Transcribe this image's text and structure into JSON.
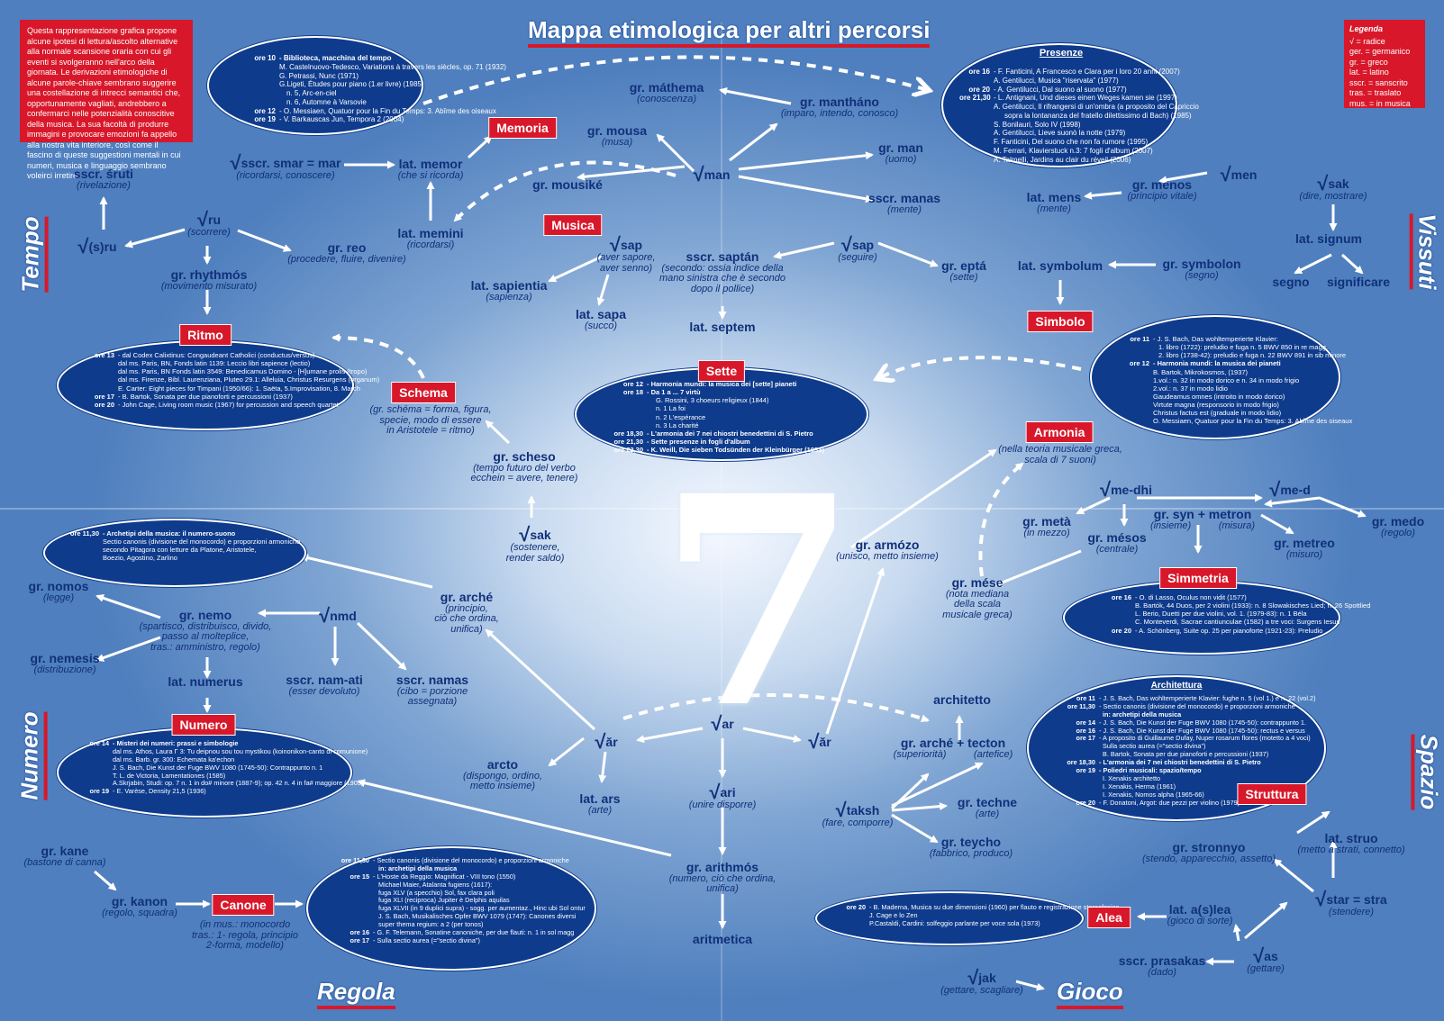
{
  "title": "Mappa etimologica per altri percorsi",
  "intro": "Questa rappresentazione grafica propone alcune ipotesi di lettura/ascolto alternative alla normale scansione oraria con cui gli eventi si svolgeranno nell'arco della giornata. Le derivazioni etimologiche di alcune parole-chiave sembrano suggerire una costellazione di intrecci semantici che, opportunamente vagliati, andrebbero a confermarci nelle potenzialità conoscitive della musica. La sua facoltà di produrre immagini e provocare emozioni fa appello alla nostra vita interiore, così come il fascino di queste suggestioni mentali in cui numeri, musica e linguaggio sembrano voleirci irretire.",
  "legend": {
    "title": "Legenda",
    "items": [
      "√ = radice",
      "ger. = germanico",
      "gr. = greco",
      "lat. = latino",
      "sscr. = sanscrito",
      "tras. = traslato",
      "mus. = in musica"
    ]
  },
  "center_numeral": "7",
  "sides": {
    "tempo": "Tempo",
    "vissuti": "Vissuti",
    "numero": "Numero",
    "spazio": "Spazio",
    "regola": "Regola",
    "gioco": "Gioco"
  },
  "tags": {
    "memoria": "Memoria",
    "musica": "Musica",
    "presenze": "Presenze",
    "ritmo": "Ritmo",
    "schema": "Schema",
    "sette": "Sette",
    "simbolo": "Simbolo",
    "armonia": "Armonia",
    "simmetria": "Simmetria",
    "architettura": "Architettura",
    "struttura": "Struttura",
    "numero": "Numero",
    "canone": "Canone",
    "alea": "Alea"
  },
  "terms": {
    "mathema": {
      "t": "gr. máthema",
      "g": "(conoscenza)"
    },
    "manthano": {
      "t": "gr. mantháno",
      "g": "(imparo, intendo, conosco)"
    },
    "mousa": {
      "t": "gr. mousa",
      "g": "(musa)"
    },
    "mousike": {
      "t": "gr. mousiké",
      "g": ""
    },
    "man": {
      "t": "man",
      "g": ""
    },
    "grman": {
      "t": "gr. man",
      "g": "(uomo)"
    },
    "manas": {
      "t": "sscr. manas",
      "g": "(mente)"
    },
    "smar": {
      "t": "sscr. smar = mar",
      "g": "(ricordarsi, conoscere)"
    },
    "memor": {
      "t": "lat. memor",
      "g": "(che si ricorda)"
    },
    "memini": {
      "t": "lat. memini",
      "g": "(ricordarsi)"
    },
    "sruti": {
      "t": "sscr. śruti",
      "g": "(rivelazione)"
    },
    "ru": {
      "t": "ru",
      "g": "(scorrere)"
    },
    "sru": {
      "t": "(s)ru",
      "g": ""
    },
    "reo": {
      "t": "gr. reo",
      "g": "(procedere, fluire, divenire)"
    },
    "rhythmos": {
      "t": "gr. rhythmós",
      "g": "(movimento misurato)"
    },
    "sap": {
      "t": "sap",
      "g": "(aver sapore,\naver senno)"
    },
    "sapientia": {
      "t": "lat. sapientia",
      "g": "(sapienza)"
    },
    "sapa": {
      "t": "lat. sapa",
      "g": "(succo)"
    },
    "saptan": {
      "t": "sscr. saptán",
      "g": "(secondo: ossia indice della\nmano sinistra che è secondo\ndopo il pollice)"
    },
    "sap2": {
      "t": "sap",
      "g": "(seguire)"
    },
    "epta": {
      "t": "gr. eptá",
      "g": "(sette)"
    },
    "septem": {
      "t": "lat. septem",
      "g": ""
    },
    "men": {
      "t": "men",
      "g": ""
    },
    "menos": {
      "t": "gr. menos",
      "g": "(principio vitale)"
    },
    "mens": {
      "t": "lat. mens",
      "g": "(mente)"
    },
    "sak": {
      "t": "sak",
      "g": "(dire, mostrare)"
    },
    "signum": {
      "t": "lat. signum",
      "g": ""
    },
    "segno": {
      "t": "segno",
      "g": ""
    },
    "significare": {
      "t": "significare",
      "g": ""
    },
    "symbolon": {
      "t": "gr. symbolon",
      "g": "(segno)"
    },
    "symbolum": {
      "t": "lat. symbolum",
      "g": ""
    },
    "schema_def": {
      "t": "",
      "g": "(gr. schéma = forma, figura,\nspecie, modo di essere\nin Aristotele = ritmo)"
    },
    "scheso": {
      "t": "gr. scheso",
      "g": "(tempo futuro del verbo\necchein = avere, tenere)"
    },
    "sak2": {
      "t": "sak",
      "g": "(sostenere,\nrender saldo)"
    },
    "armonia_def": {
      "t": "",
      "g": "(nella teoria musicale greca,\nscala di 7 suoni)"
    },
    "medhi": {
      "t": "me-dhi",
      "g": ""
    },
    "med": {
      "t": "me-d",
      "g": ""
    },
    "meta": {
      "t": "gr. metà",
      "g": "(in mezzo)"
    },
    "synmetron": {
      "t": "gr. syn + metron",
      "g": "(insieme)          (misura)"
    },
    "medo": {
      "t": "gr. medo",
      "g": "(regolo)"
    },
    "mesos": {
      "t": "gr. mésos",
      "g": "(centrale)"
    },
    "metreo": {
      "t": "gr. metreo",
      "g": "(misuro)"
    },
    "mese": {
      "t": "gr. mése",
      "g": "(nota mediana\ndella scala\nmusicale greca)"
    },
    "armozo": {
      "t": "gr. armózo",
      "g": "(unisco, metto insieme)"
    },
    "nomos": {
      "t": "gr. nomos",
      "g": "(legge)"
    },
    "nemo": {
      "t": "gr. nemo",
      "g": "(spartisco, distribuisco, divido,\npasso al molteplice,\ntras.: amministro, regolo)"
    },
    "nmd": {
      "t": "nmd",
      "g": ""
    },
    "nemesis": {
      "t": "gr. nemesis",
      "g": "(distribuzione)"
    },
    "numerus": {
      "t": "lat. numerus",
      "g": ""
    },
    "namati": {
      "t": "sscr. nam-ati",
      "g": "(esser devoluto)"
    },
    "namas": {
      "t": "sscr. namas",
      "g": "(cibo = porzione\nassegnata)"
    },
    "arche": {
      "t": "gr. arché",
      "g": "(principio,\nciò che ordina,\nunifica)"
    },
    "ar": {
      "t": "ar",
      "g": ""
    },
    "ar_left": {
      "t": "ăr",
      "g": ""
    },
    "ar_right": {
      "t": "ăr",
      "g": ""
    },
    "arcto": {
      "t": "arcto",
      "g": "(dispongo, ordino,\nmetto insieme)"
    },
    "ars": {
      "t": "lat. ars",
      "g": "(arte)"
    },
    "ari": {
      "t": "ari",
      "g": "(unire disporre)"
    },
    "arithmos": {
      "t": "gr. arithmós",
      "g": "(numero, ciò che ordina,\nunifica)"
    },
    "aritmetica": {
      "t": "aritmetica",
      "g": ""
    },
    "architetto": {
      "t": "architetto",
      "g": ""
    },
    "archetecton": {
      "t": "gr. arché + tecton",
      "g": "(superiorità)          (artefice)"
    },
    "taksh": {
      "t": "taksh",
      "g": "(fare, comporre)"
    },
    "techne": {
      "t": "gr. techne",
      "g": "(arte)"
    },
    "teycho": {
      "t": "gr. teycho",
      "g": "(fabbrico, produco)"
    },
    "stronnyo": {
      "t": "gr. stronnyo",
      "g": "(stendo, apparecchio, assetto)"
    },
    "struo": {
      "t": "lat. struo",
      "g": "(metto a strati, connetto)"
    },
    "star": {
      "t": "star = stra",
      "g": "(stendere)"
    },
    "alea_lat": {
      "t": "lat. a(s)lea",
      "g": "(gioco di sorte)"
    },
    "as": {
      "t": "as",
      "g": "(gettare)"
    },
    "prasakas": {
      "t": "sscr. prasakas",
      "g": "(dado)"
    },
    "jak": {
      "t": "jak",
      "g": "(gettare, scagliare)"
    },
    "kane": {
      "t": "gr. kane",
      "g": "(bastone di canna)"
    },
    "kanon": {
      "t": "gr. kanon",
      "g": "(regolo, squadra)"
    },
    "canone_def": {
      "t": "",
      "g": "(in mus.: monocordo\ntras.: 1- regola, principio\n2-forma, modello)"
    }
  },
  "ovals": {
    "biblioteca": [
      {
        "k": "ore 10",
        "v": "- Biblioteca, macchina del tempo"
      },
      {
        "k": "",
        "v": "M. Castelnuovo-Tedesco, Variations à travers les siècles, op. 71 (1932)"
      },
      {
        "k": "",
        "v": "G. Petrassi, Nunc (1971)"
      },
      {
        "k": "",
        "v": "G.Ligeti, Études pour piano (1.er livre) (1985)"
      },
      {
        "k": "",
        "v": "n. 5, Arc-en-ciel"
      },
      {
        "k": "",
        "v": "n. 6, Automne à Varsovie"
      },
      {
        "k": "ore 12",
        "v": "- O. Messiaen, Quatuor pour la Fin du Temps: 3. Abîme des oiseaux"
      },
      {
        "k": "ore 19",
        "v": "- V. Barkauscas Jun, Tempora 2 (2004)"
      }
    ],
    "presenze": [
      {
        "k": "ore 16",
        "v": "- F. Fanticini, A Francesco e Clara per i loro 20 anni (2007)"
      },
      {
        "k": "",
        "v": "A. Gentilucci, Musica \"riservata\" (1977)"
      },
      {
        "k": "ore 20",
        "v": "- A. Gentilucci, Dal suono al suono (1977)"
      },
      {
        "k": "ore 21,30",
        "v": "- L. Antignani, Und dieses einen Weges kamen sie (1997)"
      },
      {
        "k": "",
        "v": "A. Gentilucci, Il rifrangersi di un'ombra (a proposito del Capriccio"
      },
      {
        "k": "",
        "v": "sopra la lontananza del fratello dilettissimo di Bach) (1985)"
      },
      {
        "k": "",
        "v": "S. Bonilauri, Solo IV (1998)"
      },
      {
        "k": "",
        "v": "A. Gentilucci, Lieve suonò la notte (1979)"
      },
      {
        "k": "",
        "v": "F. Fanticini, Del suono che non fa rumore (1995)"
      },
      {
        "k": "",
        "v": "M. Ferrari, Klavierstuck n.3: 7 fogli d'album (2007)"
      },
      {
        "k": "",
        "v": "A. Talmelli, Jardins au clair du réveil (2006)"
      }
    ],
    "ritmo": [
      {
        "k": "ore 13",
        "v": "- dal Codex Calixtinus: Congaudeant Catholici (conductus/versus)"
      },
      {
        "k": "",
        "v": "dal ms. Paris, BN, Fonds latin 1139: Leccio libri sapience (lectio)"
      },
      {
        "k": "",
        "v": "dal ms. Paris, BN Fonds latin 3549: Benedicamus Domino - [H]umane prolis (tropo)"
      },
      {
        "k": "",
        "v": "dal ms. Firenze, Bibl. Laurenziana, Pluteo 29.1: Alleluia, Christus Resurgens (organum)"
      },
      {
        "k": "",
        "v": "E. Carter: Eight pieces for Timpani (1950/66): 1. Saëta, 5.Improvisation, 8. March"
      },
      {
        "k": "ore 17",
        "v": "- B. Bartok, Sonata per due pianoforti e percussioni (1937)"
      },
      {
        "k": "ore 20",
        "v": "- John Cage, Living room music (1967) for percussion and speech quartet"
      }
    ],
    "sette": [
      {
        "k": "ore 12",
        "v": "- Harmonia mundi: la musica dei [sette] pianeti"
      },
      {
        "k": "ore 18",
        "v": "- Da 1 a ... 7 virtù"
      },
      {
        "k": "",
        "v": "G. Rossini, 3 choeurs religieux (1844)"
      },
      {
        "k": "",
        "v": "n. 1 La foi"
      },
      {
        "k": "",
        "v": "n. 2 L'espérance"
      },
      {
        "k": "",
        "v": "n. 3 La charité"
      },
      {
        "k": "ore 18,30",
        "v": "- L'armonia dei 7 nei chiostri benedettini di S. Pietro"
      },
      {
        "k": "ore 21,30",
        "v": "- Sette presenze in fogli d'album"
      },
      {
        "k": "ore 22,30",
        "v": "- K. Weill, Die sieben Todsünden der Kleinbürger (1933)"
      }
    ],
    "bach": [
      {
        "k": "ore 11",
        "v": "- J. S. Bach, Das wohltemperierte Klavier:"
      },
      {
        "k": "",
        "v": "1. libro (1722): preludio e fuga n. 5 BWV 850 in re magg."
      },
      {
        "k": "",
        "v": "2. libro (1738-42): preludio e fuga n. 22 BWV 891 in sib minore"
      },
      {
        "k": "ore 12",
        "v": "- Harmonia mundi: la musica dei pianeti"
      },
      {
        "k": "",
        "v": "B. Bartok, Mikrokosmos, (1937)"
      },
      {
        "k": "",
        "v": "1.vol.: n. 32 in modo dorico e n. 34 in modo frigio"
      },
      {
        "k": "",
        "v": "2.vol.: n. 37 in modo lidio"
      },
      {
        "k": "",
        "v": "Gaudeamus omnes (introito in modo dorico)"
      },
      {
        "k": "",
        "v": "Virtute magna (responsorio in modo frigio)"
      },
      {
        "k": "",
        "v": "Christus factus est (graduale in modo lidio)"
      },
      {
        "k": "",
        "v": "O. Messiaen, Quatuor pour la Fin du Temps: 3. Abîme des oiseaux"
      }
    ],
    "archetipi": [
      {
        "k": "ore 11,30",
        "v": "- Archetipi della musica: il numero-suono"
      },
      {
        "k": "",
        "v": "Sectio canonis (divisione del monocordo) e proporzioni armoniche"
      },
      {
        "k": "",
        "v": "secondo Pitagora con letture da Platone, Aristotele,"
      },
      {
        "k": "",
        "v": "Boezio, Agostino, Zarlino"
      }
    ],
    "simmetria": [
      {
        "k": "ore 16",
        "v": "- O. di Lasso, Oculus non vidit (1577)"
      },
      {
        "k": "",
        "v": "B. Bartók, 44 Duos, per 2 violini (1933): n. 8 Slowakisches Lied; n. 26 Spottlied"
      },
      {
        "k": "",
        "v": "L. Berio, Duetti per due violini, vol. 1. (1979-83): n. 1 Béla"
      },
      {
        "k": "",
        "v": "C. Monteverdi, Sacrae cantiunculae (1582) a tre voci: Surgens Iesus"
      },
      {
        "k": "ore 20",
        "v": "- A. Schönberg, Suite op. 25 per pianoforte (1921-23): Preludio"
      }
    ],
    "numero": [
      {
        "k": "ore 14",
        "v": "- Misteri dei numeri: prassi e simbologie"
      },
      {
        "k": "",
        "v": "dal ms. Athos, Laura Γ 3: Tu deipnou sou tou mystikou (koinonikon-canto di comunione)"
      },
      {
        "k": "",
        "v": "dal ms. Barb. gr. 300: Echemata ka'echon"
      },
      {
        "k": "",
        "v": "J. S. Bach, Die Kunst der Fuge BWV 1080 (1745-50): Contrappunto n. 1"
      },
      {
        "k": "",
        "v": "T. L. de Victoria, Lamentationes (1585)"
      },
      {
        "k": "",
        "v": "A.Skrjabin, Studi: op. 7 n. 1 in do# minore (1887-9); op. 42 n. 4 in fa# maggiore (1903)"
      },
      {
        "k": "ore 19",
        "v": "- E. Varèse, Density 21,5 (1936)"
      }
    ],
    "architettura": [
      {
        "k": "ore 11",
        "v": "- J. S. Bach, Das wohltemperierte Klavier: fughe n. 5 (vol 1.) e n. 22 (vol.2)"
      },
      {
        "k": "ore 11,30",
        "v": "- Sectio canonis (divisione del monocordo) e proporzioni armoniche"
      },
      {
        "k": "",
        "v": "in: archetipi della musica"
      },
      {
        "k": "ore 14",
        "v": "- J. S. Bach, Die Kunst der Fuge BWV 1080 (1745-50): contrappunto 1."
      },
      {
        "k": "ore 16",
        "v": "- J. S. Bach, Die Kunst der Fuge BWV 1080 (1745-50): rectus e versus"
      },
      {
        "k": "ore 17",
        "v": "- A proposito di Guillaume Dufay, Nuper rosarum flores (motetto a 4 voci)"
      },
      {
        "k": "",
        "v": "Sulla sectio aurea (=\"sectio divina\")"
      },
      {
        "k": "",
        "v": "B. Bartok, Sonata per due pianoforti e percussioni (1937)"
      },
      {
        "k": "ore 18,30",
        "v": "- L'armonia dei 7 nei chiostri benedettini di S. Pietro"
      },
      {
        "k": "ore 19",
        "v": "- Poliedri musicali: spazio/tempo"
      },
      {
        "k": "",
        "v": "I. Xenakis architetto"
      },
      {
        "k": "",
        "v": "I. Xenakis, Herma (1961)"
      },
      {
        "k": "",
        "v": "I. Xenakis, Nomos alpha (1965-66)"
      },
      {
        "k": "ore 20",
        "v": "- F. Donatoni, Argot: due pezzi per violino (1979)"
      }
    ],
    "canone": [
      {
        "k": "ore 11,30",
        "v": "- Sectio canonis (divisione del monocordo) e proporzioni armoniche"
      },
      {
        "k": "",
        "v": "in: archetipi della musica"
      },
      {
        "k": "ore 15",
        "v": "- L'Hoste da Reggio: Magnificat - VIII tono (1550)"
      },
      {
        "k": "",
        "v": "Michael Maier, Atalanta fugiens (1617):"
      },
      {
        "k": "",
        "v": "fuga XLV (a specchio) Sol, fax clara poli"
      },
      {
        "k": "",
        "v": "fuga XLI (reciproca) Jupiter è Delphis aquilas"
      },
      {
        "k": "",
        "v": "fuga XLVII (in 9 duplici supra) - sogg. per aumentaz., Hinc ubi Sol ontur"
      },
      {
        "k": "",
        "v": "J. S. Bach, Musikalisches Opfer BWV 1079 (1747): Canones diversi"
      },
      {
        "k": "",
        "v": "super thema regium: a 2 (per tonos)"
      },
      {
        "k": "ore 16",
        "v": "- G. F. Telemann, Sonatine canoniche, per due flauti: n. 1 in sol magg"
      },
      {
        "k": "ore 17",
        "v": "- Sulla sectio aurea (=\"sectio divina\")"
      }
    ],
    "alea": [
      {
        "k": "ore 20",
        "v": "- B. Maderna, Musica su due dimensioni (1960) per flauto e registrazione stereofonica"
      },
      {
        "k": "",
        "v": "J. Cage e lo Zen"
      },
      {
        "k": "",
        "v": "P.Castaldi, Cardini: solfeggio parlante per voce sola (1973)"
      }
    ]
  }
}
